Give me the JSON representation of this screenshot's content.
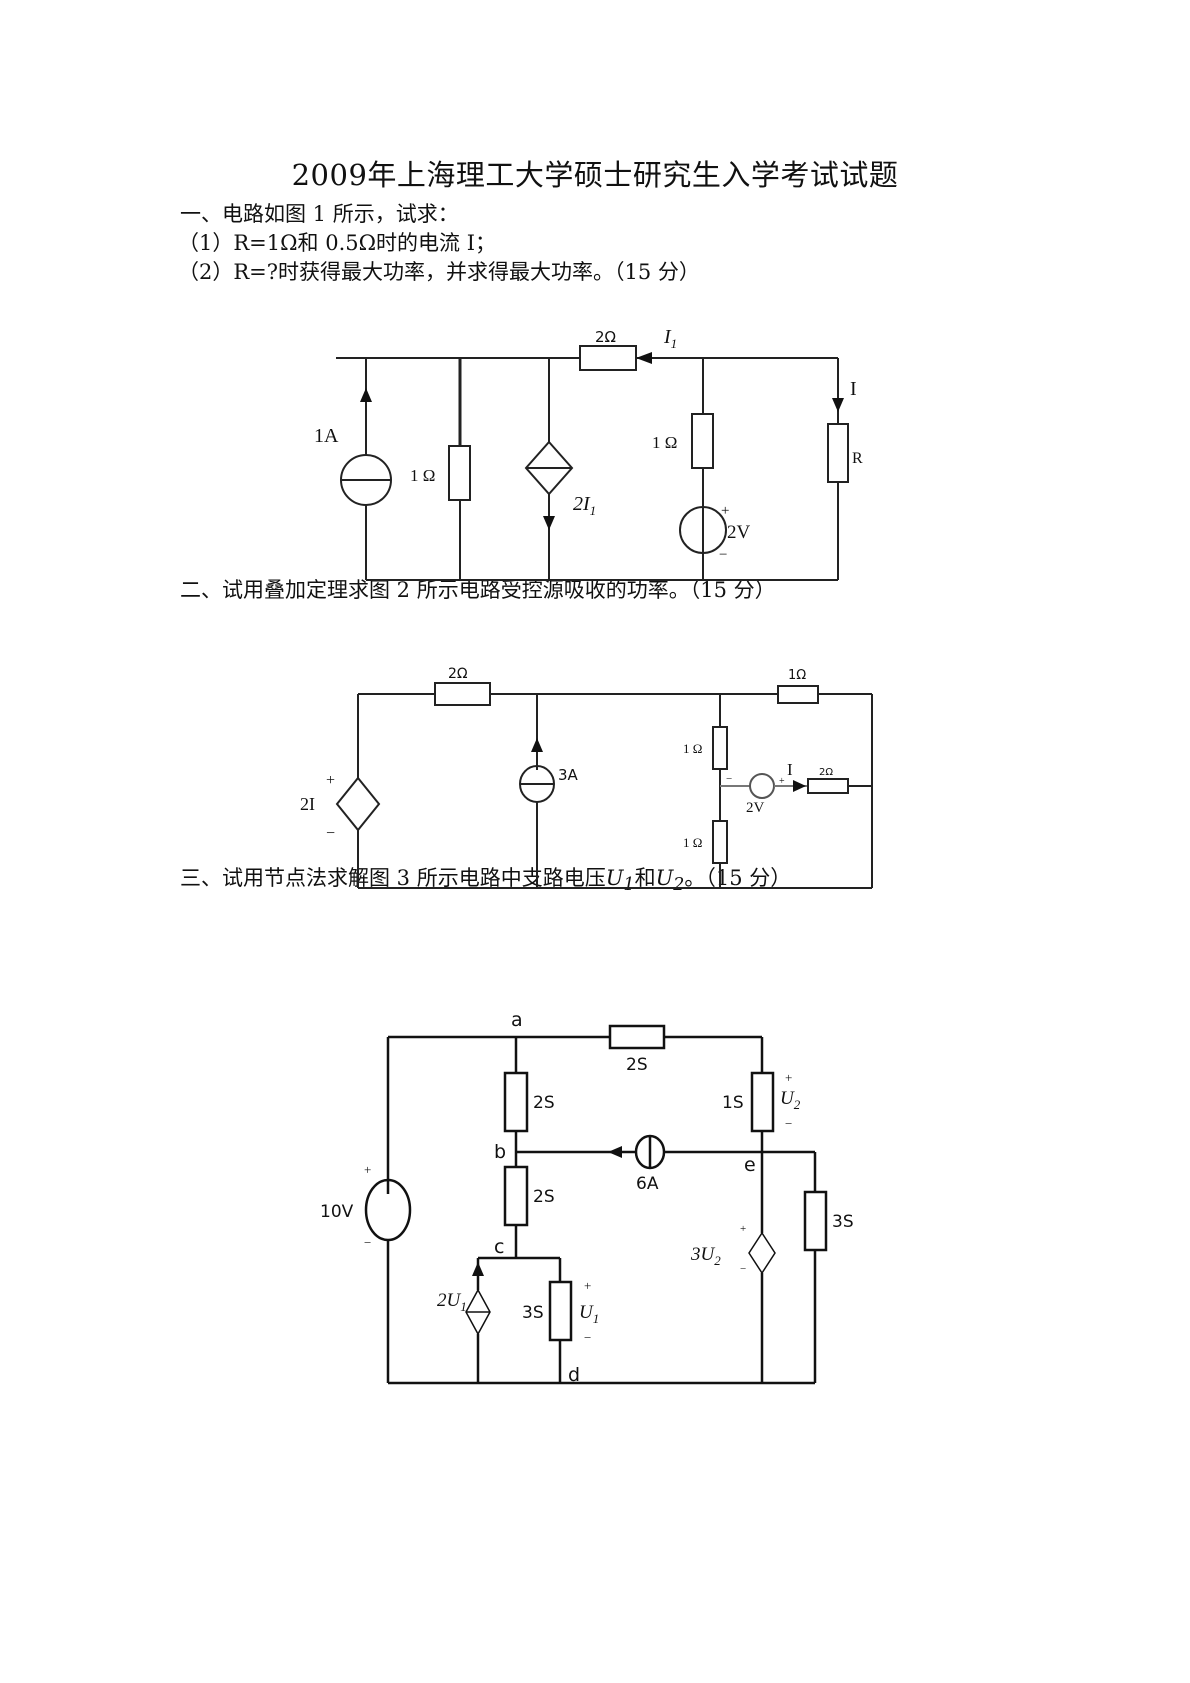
{
  "document": {
    "title": "2009年上海理工大学硕士研究生入学考试试题",
    "questions": [
      {
        "heading": "一、电路如图 1 所示，试求：",
        "parts": [
          "（1）R=1Ω和 0.5Ω时的电流 I；",
          "（2）R=?时获得最大功率，并求得最大功率。（15 分）"
        ],
        "figure": {
          "labels": {
            "r_top": "2Ω",
            "i1": "I",
            "i1_sub": "1",
            "current_i": "I",
            "source_1a": "1A",
            "r_left": "1 Ω",
            "dep_source": "2I",
            "dep_source_sub": "1",
            "r_mid": "1 Ω",
            "vsource": "2V",
            "plus": "+",
            "minus": "−",
            "r_load": "R"
          }
        }
      },
      {
        "heading": "二、试用叠加定理求图 2 所示电路受控源吸收的功率。（15 分）",
        "figure": {
          "labels": {
            "r_top_left": "2Ω",
            "r_top_right": "1Ω",
            "dep_source": "2I",
            "source_3a": "3A",
            "r_upper": "1 Ω",
            "r_lower": "1 Ω",
            "vsource": "2V",
            "current_i": "I",
            "r_branch": "2Ω",
            "plus": "+",
            "minus": "−"
          }
        }
      },
      {
        "heading_pre": "三、试用节点法求解图 3 所示电路中支路电压",
        "u1": "U",
        "u1_sub": "1",
        "and": "和",
        "u2": "U",
        "u2_sub": "2",
        "heading_post": "。（15 分）",
        "figure": {
          "labels": {
            "node_a": "a",
            "node_b": "b",
            "node_c": "c",
            "node_d": "d",
            "node_e": "e",
            "g_top": "2S",
            "g_ab": "2S",
            "g_bc": "2S",
            "g_right": "1S",
            "g_far_right": "3S",
            "g_cd": "3S",
            "source_6a": "6A",
            "source_10v": "10V",
            "dep_vsource": "3U",
            "dep_vsource_sub": "2",
            "dep_isource": "2U",
            "dep_isource_sub": "1",
            "u1": "U",
            "u1_sub": "1",
            "u2": "U",
            "u2_sub": "2",
            "plus": "+",
            "minus": "−"
          }
        }
      }
    ]
  }
}
